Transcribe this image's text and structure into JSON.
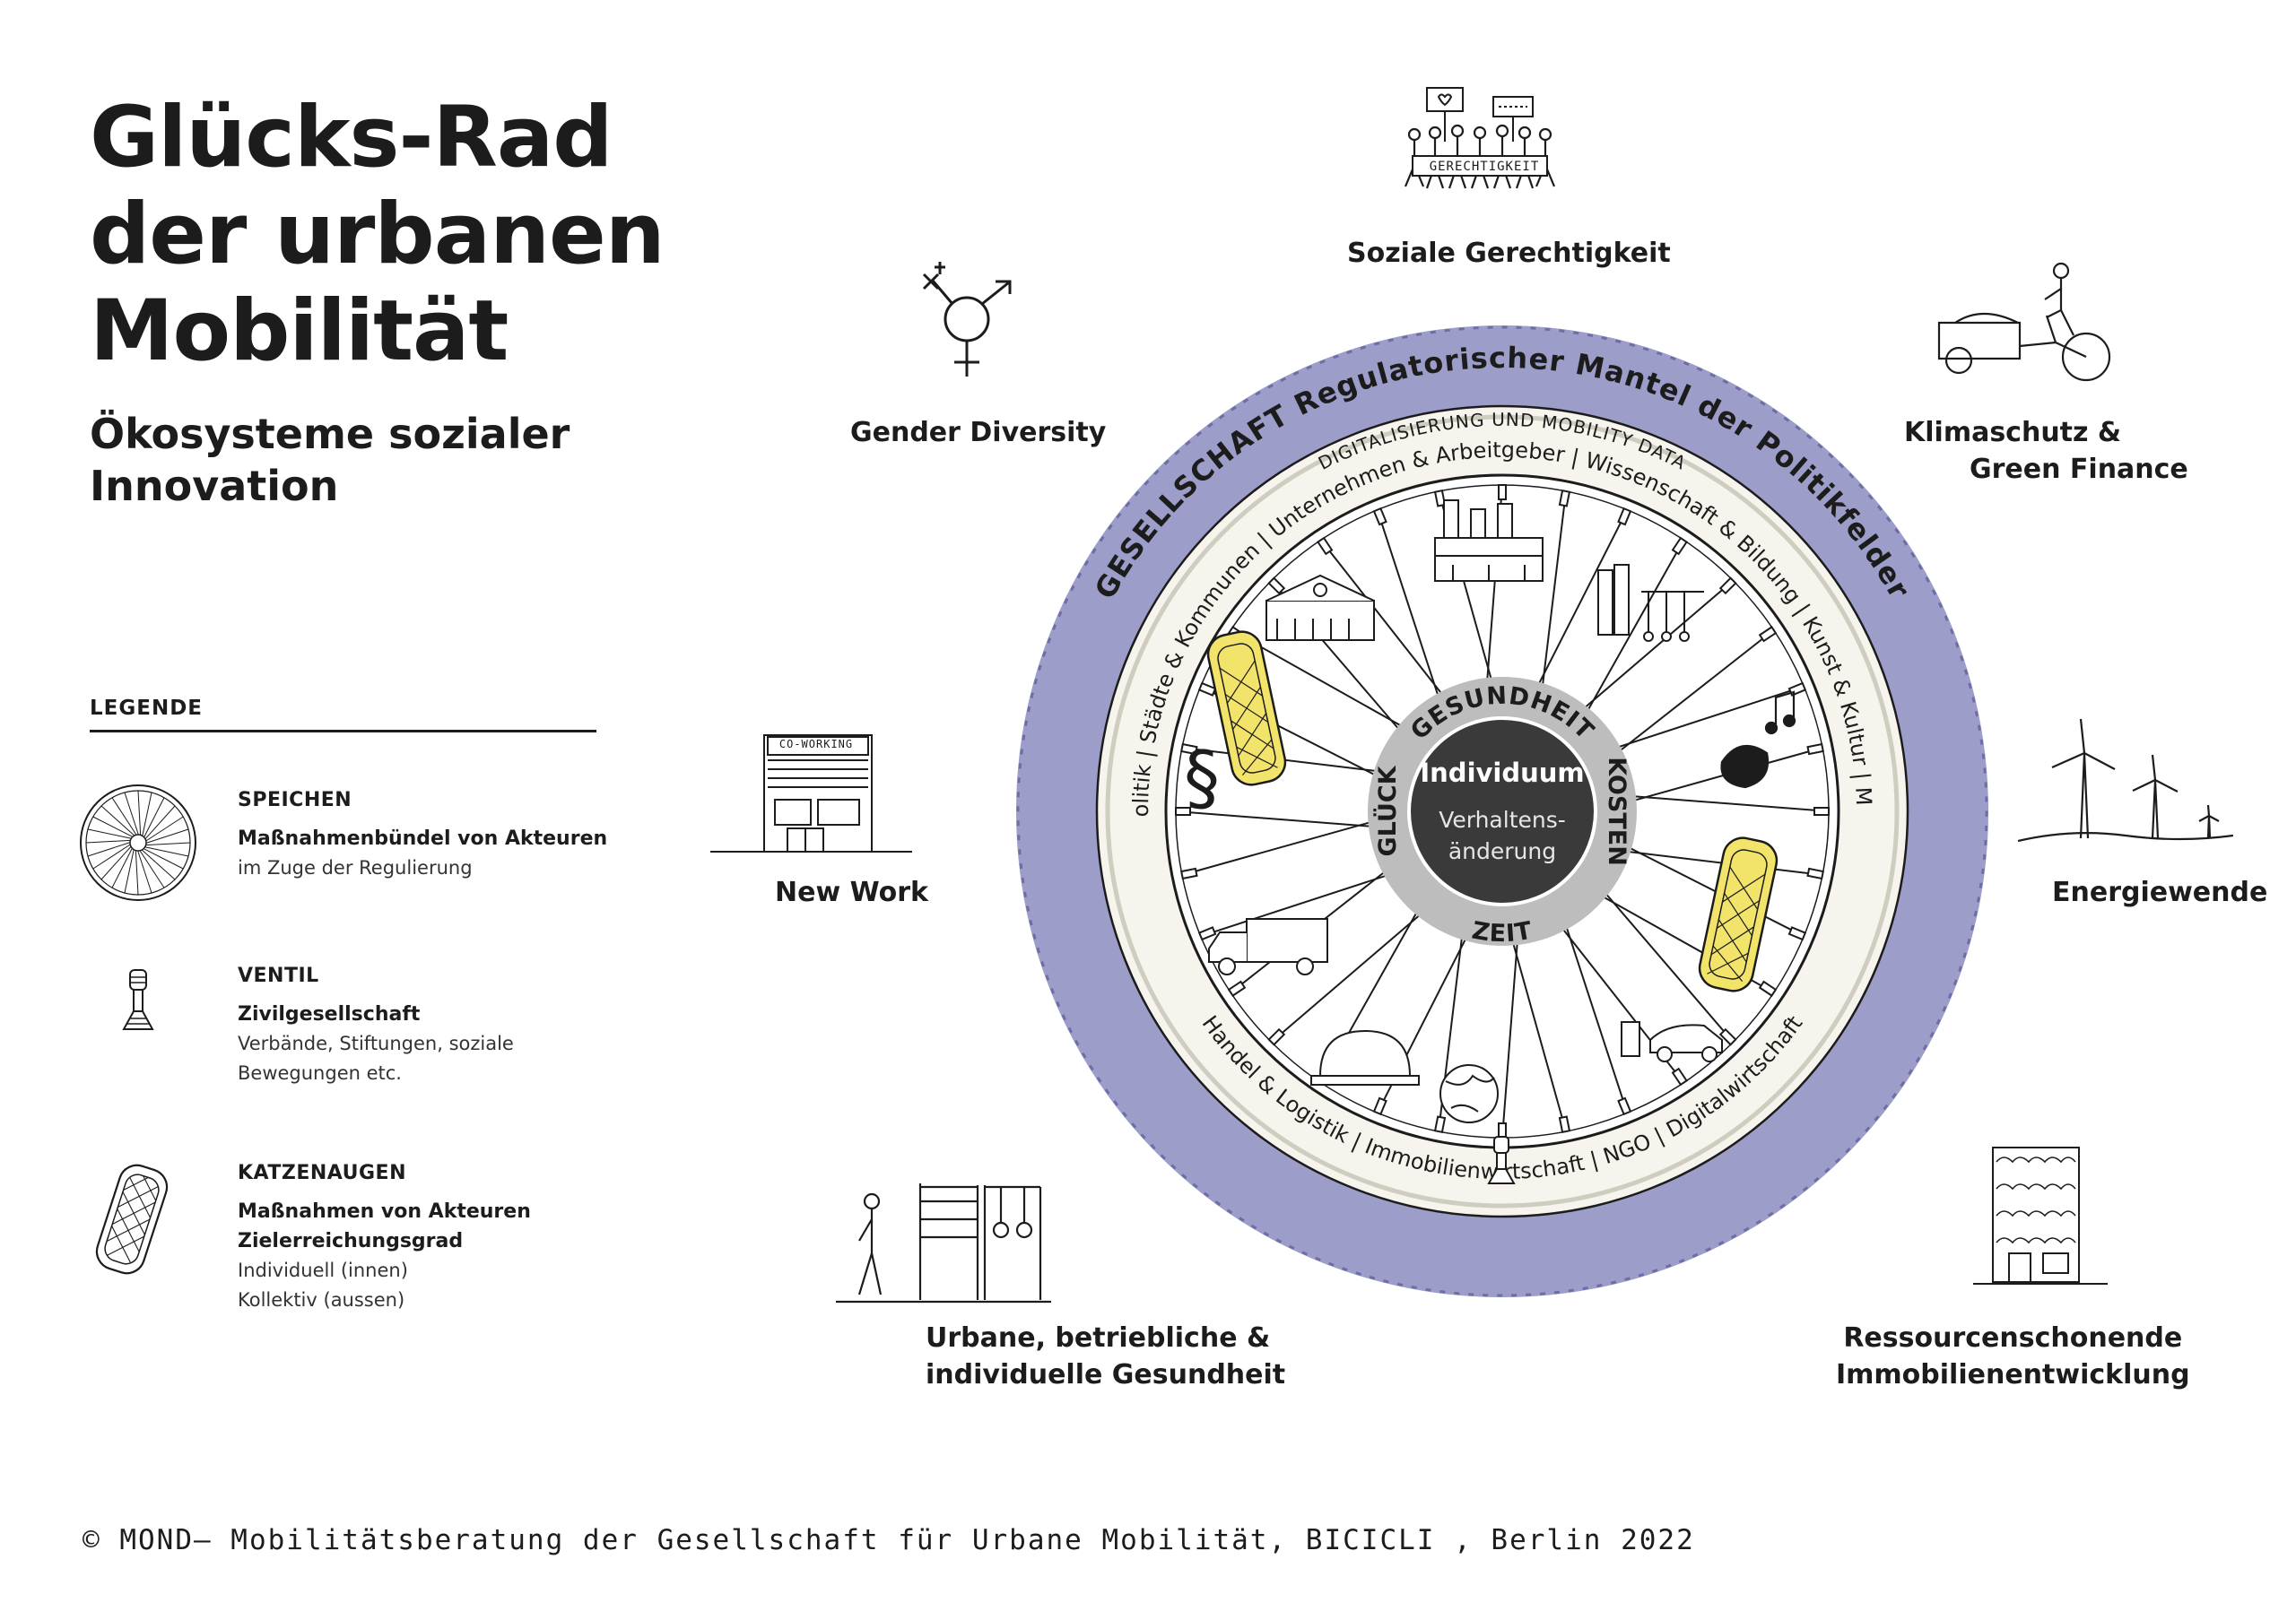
{
  "title": {
    "line1": "Glücks-Rad",
    "line2": "der urbanen",
    "line3": "Mobilität"
  },
  "subtitle": {
    "line1": "Ökosysteme sozialer",
    "line2": "Innovation"
  },
  "legend": {
    "heading": "LEGENDE",
    "items": [
      {
        "title": "SPEICHEN",
        "strong": "Maßnahmenbündel von Akteuren",
        "text": [
          "im Zuge der Regulierung"
        ],
        "icon": "wheel-icon"
      },
      {
        "title": "VENTIL",
        "strong": "Zivilgesellschaft",
        "text": [
          "Verbände, Stiftungen, soziale",
          "Bewegungen etc."
        ],
        "icon": "valve-icon"
      },
      {
        "title": "KATZENAUGEN",
        "strong": "Maßnahmen von Akteuren",
        "strong2": "Zielerreichungsgrad",
        "text": [
          "Individuell (innen)",
          "Kollektiv (aussen)"
        ],
        "icon": "reflector-icon"
      }
    ]
  },
  "outer_topics": {
    "soziale": "Soziale Gerechtigkeit",
    "gender": "Gender Diversity",
    "klima1": "Klimaschutz &",
    "klima2": "Green Finance",
    "newwork": "New Work",
    "energie": "Energiewende",
    "gesund1": "Urbane, betriebliche &",
    "gesund2": "individuelle Gesundheit",
    "ressourcen1": "Ressourcenschonende",
    "ressourcen2": "Immobilienentwicklung"
  },
  "illustration_text": {
    "sign": "GERECHTIGKEIT",
    "coworking": "CO-WORKING"
  },
  "wheel": {
    "tire_text": "GESELLSCHAFT  Regulatorischer Mantel der Politikfelder",
    "rim_top": "DIGITALISIERUNG UND MOBILITY DATA",
    "ring_segments": "Staat & Bundespolitik | Städte & Kommunen | Unternehmen & Arbeitgeber | Wissenschaft & Bildung | Kunst & Kultur | Mobilitätswirtschaft",
    "ring_bottom": "Handel & Logistik | Immobilienwirtschaft | NGO | Digitalwirtschaft",
    "hub_top": "GESUNDHEIT",
    "hub_left": "GLÜCK",
    "hub_right": "KOSTEN",
    "hub_bottom": "ZEIT",
    "center_title": "Individuum",
    "center_sub1": "Verhaltens-",
    "center_sub2": "änderung",
    "paragraph_symbol": "§"
  },
  "colors": {
    "tire": "#9c9dc8",
    "tire_dark": "#6d6ea6",
    "hub_ring": "#bdbdbd",
    "center": "#3b3a3a",
    "reflector": "#f2e36a",
    "ink": "#1c1c1c"
  },
  "footer": {
    "copyright": "© MOND– Mobilitätsberatung der Gesellschaft für Urbane Mobilität, BICICLI , Berlin 2022"
  }
}
